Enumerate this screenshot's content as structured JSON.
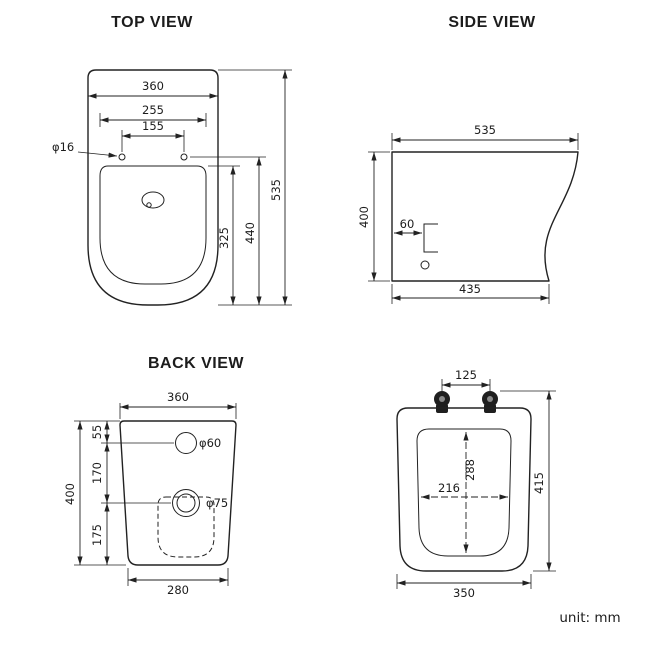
{
  "unit_label": "unit: mm",
  "views": {
    "top": {
      "title": "TOP VIEW",
      "width_overall": "360",
      "width_seat": "255",
      "hinge_spacing": "155",
      "hinge_hole_dia": "φ16",
      "length_overall": "535",
      "length_hinge_to_front": "440",
      "seat_length": "325"
    },
    "side": {
      "title": "SIDE VIEW",
      "depth_top": "535",
      "height": "400",
      "fixing_offset": "60",
      "depth_bottom": "435"
    },
    "back": {
      "title": "BACK VIEW",
      "width_top": "360",
      "inlet_offset": "55",
      "inlet_to_outlet": "170",
      "height": "400",
      "outlet_to_bottom": "175",
      "inlet_dia": "φ60",
      "outlet_dia": "φ75",
      "width_bottom": "280"
    },
    "seat": {
      "hinge_spacing": "125",
      "inner_length": "288",
      "inner_width": "216",
      "length": "415",
      "width": "350"
    }
  }
}
